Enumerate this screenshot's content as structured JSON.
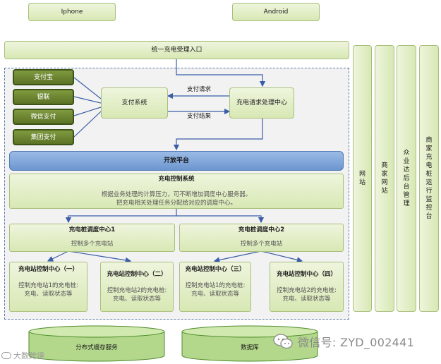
{
  "clients": {
    "iphone": "Iphone",
    "android": "Android"
  },
  "entry": "统一充电受理入口",
  "payments": [
    "支付宝",
    "银联",
    "微信支付",
    "集团支付"
  ],
  "pay_system": "支付系统",
  "request_center": "充电请求处理中心",
  "pay_request": "支付请求",
  "pay_result": "支付结果",
  "open_platform": "开放平台",
  "control_system": {
    "title": "充电控制系统",
    "desc1": "根据业务处理的计算压力，可不断增加调度中心服务器。",
    "desc2": "把充电相关处理任务分配给对应的调度中心。"
  },
  "dispatch": [
    {
      "title": "充电桩调度中心1",
      "desc": "控制多个充电站"
    },
    {
      "title": "充电桩调度中心2",
      "desc": "控制多个充电站"
    }
  ],
  "stations": [
    {
      "title": "充电站控制中心（一）",
      "desc1": "控制充电站1的充电桩:",
      "desc2": "充电、读取状态等"
    },
    {
      "title": "充电站控制中心（二）",
      "desc1": "控制充电站2的充电桩:",
      "desc2": "充电、读取状态等"
    },
    {
      "title": "充电站控制中心（三）",
      "desc1": "控制充电站1的充电桩:",
      "desc2": "充电、读取状态等"
    },
    {
      "title": "充电站控制中心（四）",
      "desc1": "控制充电站2的充电桩:",
      "desc2": "充电、读取状态等"
    }
  ],
  "side": [
    "网站",
    "商家网站",
    "众业达后台管理",
    "商家充电桩运行监控台"
  ],
  "storage": {
    "cache": "分布式缓存服务",
    "db": "数据库"
  },
  "watermark": {
    "left": "大数跨境",
    "right": "微信号: ZYD_002441"
  },
  "colors": {
    "box_fill": "#d8e8b4",
    "dark_fill": "#5c7326",
    "blue_fill": "#6d96cf",
    "dashed_border": "#5b7aa8"
  }
}
